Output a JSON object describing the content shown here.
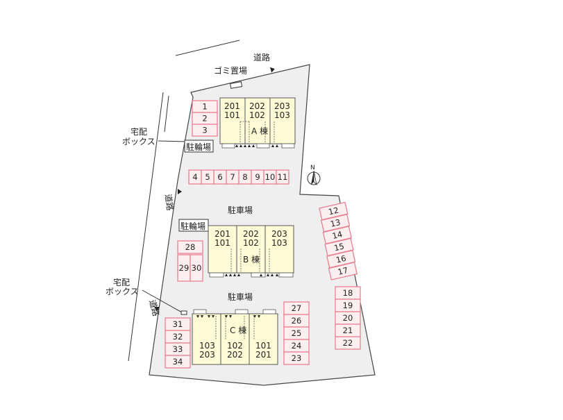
{
  "roads": {
    "top": "道路",
    "left_upper": "道路",
    "left_lower": "道路"
  },
  "facilities": {
    "garbage": "ゴミ置場",
    "delivery_box_upper": [
      "宅配",
      "ボックス"
    ],
    "delivery_box_lower": [
      "宅配",
      "ボックス"
    ],
    "bike_parking_a": "駐輪場",
    "bike_parking_b": "駐輪場",
    "parking_mid": "駐車場",
    "parking_lower": "駐車場",
    "north": "N"
  },
  "buildings": {
    "a": {
      "name": "A 棟",
      "units": [
        [
          "201",
          "101"
        ],
        [
          "202",
          "102"
        ],
        [
          "203",
          "103"
        ]
      ]
    },
    "b": {
      "name": "B 棟",
      "units": [
        [
          "201",
          "101"
        ],
        [
          "202",
          "102"
        ],
        [
          "203",
          "103"
        ]
      ]
    },
    "c": {
      "name": "C 棟",
      "units": [
        [
          "103",
          "203"
        ],
        [
          "102",
          "202"
        ],
        [
          "101",
          "201"
        ]
      ]
    }
  },
  "parking": {
    "col_a": [
      "1",
      "2",
      "3"
    ],
    "row_mid": [
      "4",
      "5",
      "6",
      "7",
      "8",
      "9",
      "10",
      "11"
    ],
    "right_upper": [
      "12",
      "13",
      "14",
      "15",
      "16",
      "17"
    ],
    "right_lower": [
      "18",
      "19",
      "20",
      "21",
      "22"
    ],
    "mid_lower_right": [
      "27",
      "26",
      "25",
      "24",
      "23"
    ],
    "left_b_single": "28",
    "left_b_pair": [
      "29",
      "30"
    ],
    "left_c": [
      "31",
      "32",
      "33",
      "34"
    ]
  },
  "colors": {
    "lot": "#eeeeef",
    "building": "#fffbd6",
    "slot_fill": "#fdeef0",
    "slot_stroke": "#e9788a",
    "line": "#333333"
  }
}
